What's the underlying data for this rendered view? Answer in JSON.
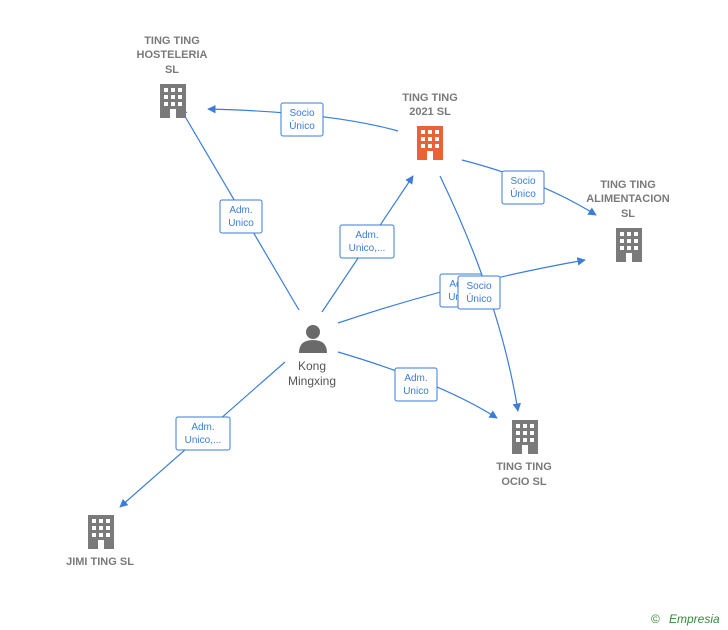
{
  "colors": {
    "edge": "#3b7dd8",
    "building": "#7a7a7a",
    "main_building": "#e8623a",
    "brand": "#3a8a3a"
  },
  "nodes": {
    "hosteleria": {
      "lines": [
        "TING TING",
        "HOSTELERIA",
        "SL"
      ],
      "icon": "building-icon"
    },
    "tt2021": {
      "lines": [
        "TING TING",
        "2021  SL"
      ],
      "icon": "building-icon"
    },
    "alimentacion": {
      "lines": [
        "TING TING",
        "ALIMENTACION",
        "SL"
      ],
      "icon": "building-icon"
    },
    "ocio": {
      "lines": [
        "TING TING",
        "OCIO  SL"
      ],
      "icon": "building-icon"
    },
    "jimi": {
      "lines": [
        "JIMI TING  SL"
      ],
      "icon": "building-icon"
    },
    "kong": {
      "lines": [
        "Kong",
        "Mingxing"
      ],
      "icon": "person-icon"
    }
  },
  "edges": [
    {
      "id": "tt2021-hosteleria",
      "label": [
        "Socio",
        "Único"
      ]
    },
    {
      "id": "kong-hosteleria",
      "label": [
        "Adm.",
        "Unico"
      ]
    },
    {
      "id": "kong-tt2021",
      "label": [
        "Adm.",
        "Unico,..."
      ]
    },
    {
      "id": "tt2021-alimentacion",
      "label": [
        "Socio",
        "Único"
      ]
    },
    {
      "id": "kong-alimentacion",
      "label": [
        "Adm.",
        "Unico"
      ]
    },
    {
      "id": "tt2021-ocio",
      "label": [
        "Socio",
        "Único"
      ]
    },
    {
      "id": "kong-ocio",
      "label": [
        "Adm.",
        "Unico"
      ]
    },
    {
      "id": "kong-jimi",
      "label": [
        "Adm.",
        "Unico,..."
      ]
    }
  ],
  "footer": {
    "copyright": "©",
    "brand": "Empresia"
  }
}
